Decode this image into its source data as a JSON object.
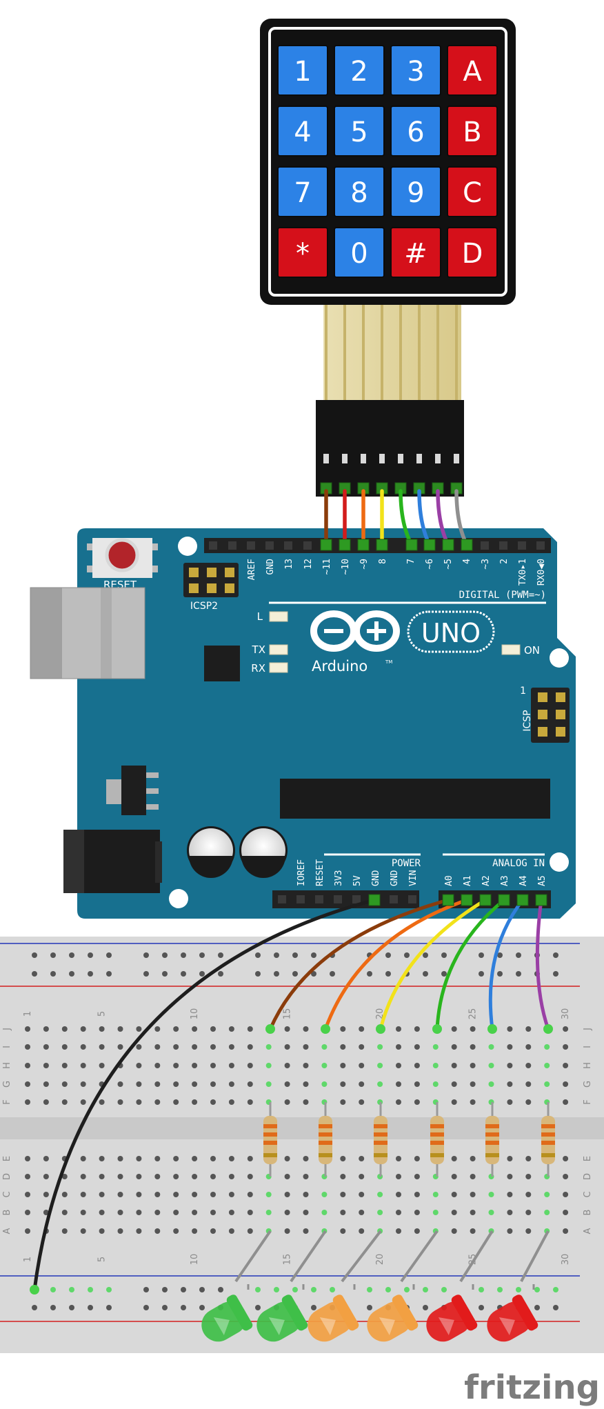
{
  "keypad": {
    "keys": [
      {
        "label": "1",
        "color": "blue"
      },
      {
        "label": "2",
        "color": "blue"
      },
      {
        "label": "3",
        "color": "blue"
      },
      {
        "label": "A",
        "color": "red"
      },
      {
        "label": "4",
        "color": "blue"
      },
      {
        "label": "5",
        "color": "blue"
      },
      {
        "label": "6",
        "color": "blue"
      },
      {
        "label": "B",
        "color": "red"
      },
      {
        "label": "7",
        "color": "blue"
      },
      {
        "label": "8",
        "color": "blue"
      },
      {
        "label": "9",
        "color": "blue"
      },
      {
        "label": "C",
        "color": "red"
      },
      {
        "label": "*",
        "color": "red"
      },
      {
        "label": "0",
        "color": "blue"
      },
      {
        "label": "#",
        "color": "red"
      },
      {
        "label": "D",
        "color": "red"
      }
    ]
  },
  "arduino": {
    "reset_label": "RESET",
    "icsp2_label": "ICSP2",
    "icsp_label": "ICSP",
    "icsp_pin1": "1",
    "led_l": "L",
    "led_tx": "TX",
    "led_rx": "RX",
    "led_on": "ON",
    "brand": "Arduino",
    "tm": "TM",
    "model": "UNO",
    "digital_header": "DIGITAL (PWM=~)",
    "digital_pins": [
      "AREF",
      "GND",
      "13",
      "12",
      "~11",
      "~10",
      "~9",
      "8",
      "7",
      "~6",
      "~5",
      "4",
      "~3",
      "2",
      "TX0▸1",
      "RX0◀0"
    ],
    "power_header": "POWER",
    "power_pins": [
      "IOREF",
      "RESET",
      "3V3",
      "5V",
      "GND",
      "GND",
      "VIN"
    ],
    "analog_header": "ANALOG IN",
    "analog_pins": [
      "A0",
      "A1",
      "A2",
      "A3",
      "A4",
      "A5"
    ]
  },
  "breadboard": {
    "column_numbers_top": [
      "1",
      "5",
      "10",
      "15",
      "20",
      "25",
      "30"
    ],
    "column_numbers_bottom": [
      "1",
      "5",
      "10",
      "15",
      "20",
      "25",
      "30"
    ],
    "row_letters_top": [
      "J",
      "I",
      "H",
      "G",
      "F"
    ],
    "row_letters_bottom": [
      "E",
      "D",
      "C",
      "B",
      "A"
    ]
  },
  "colors": {
    "board": "#17708f",
    "key_blue": "#2c82e6",
    "key_red": "#d5101a",
    "wire_brown": "#8b3c0b",
    "wire_red": "#d21c1c",
    "wire_orange": "#ee6a12",
    "wire_yellow": "#f2e21a",
    "wire_green": "#29b51d",
    "wire_blue": "#2f7fdc",
    "wire_purple": "#9a3fa5",
    "wire_gray": "#8f8f8f",
    "wire_black": "#1e1e1e",
    "led_green": "#3fbf48",
    "led_orange": "#f2a042",
    "led_red": "#e21b1b"
  },
  "watermark": "fritzing"
}
